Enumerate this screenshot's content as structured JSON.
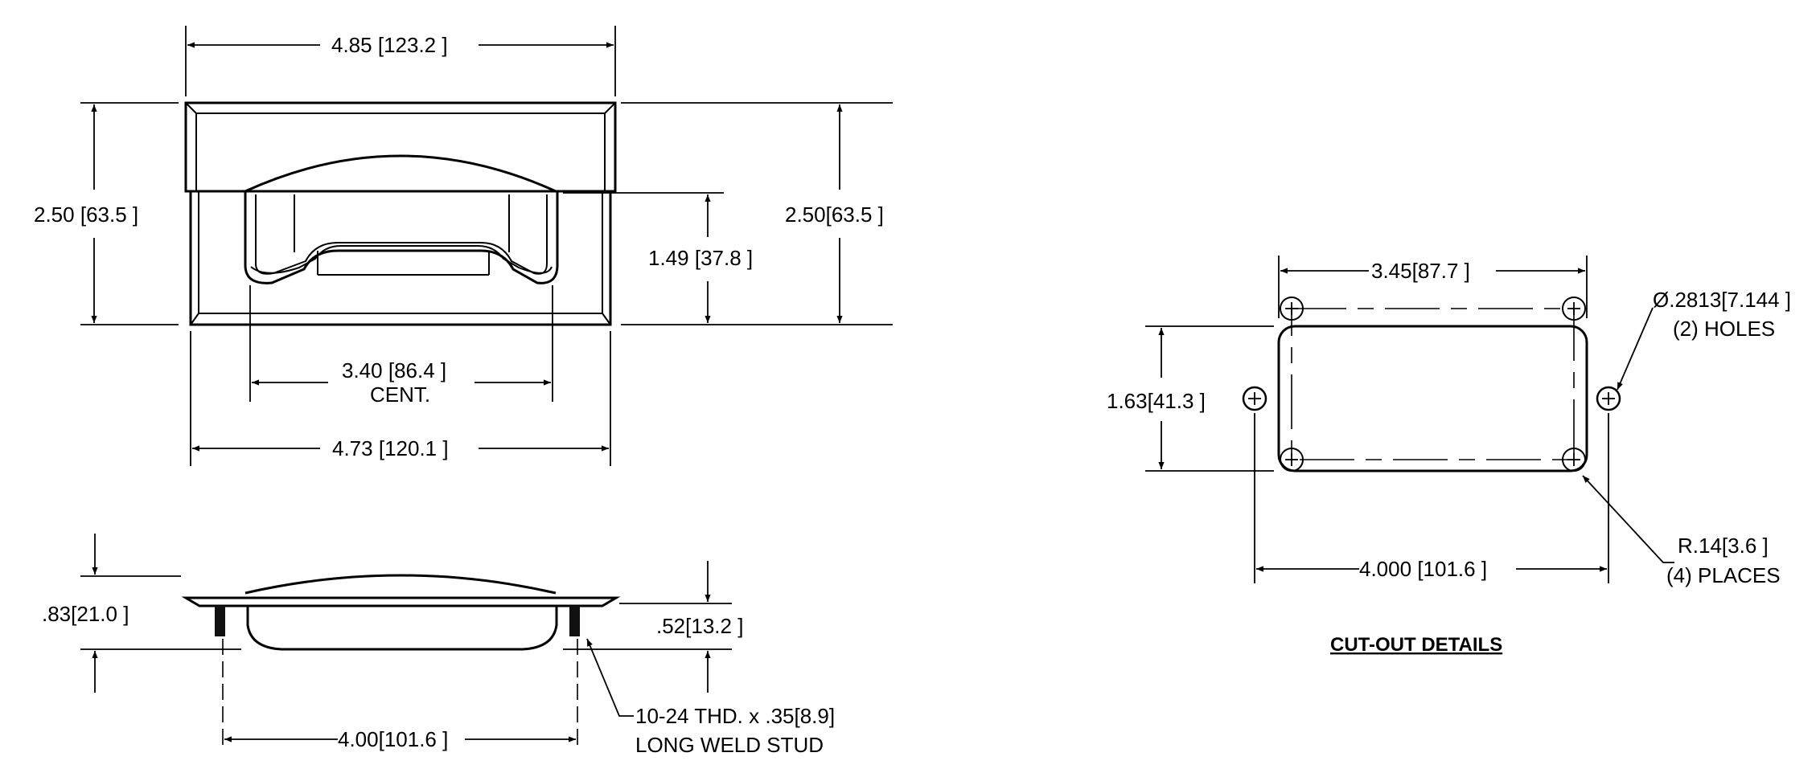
{
  "front_view": {
    "overall_width": "4.85",
    "overall_width_mm": "[123.2 ]",
    "height_left": "2.50",
    "height_left_mm": "[63.5 ]",
    "height_right": "2.50",
    "height_right_mm": "[63.5 ]",
    "recess_depth": "1.49",
    "recess_depth_mm": "[37.8 ]",
    "stud_centers": "3.40",
    "stud_centers_mm": "[86.4 ]",
    "stud_centers_note": "CENT.",
    "body_width": "4.73",
    "body_width_mm": "[120.1 ]"
  },
  "side_view": {
    "overall_depth": ".83",
    "overall_depth_mm": "[21.0 ]",
    "pan_depth": ".52",
    "pan_depth_mm": "[13.2 ]",
    "stud_spacing": "4.00",
    "stud_spacing_mm": "[101.6 ]",
    "stud_note_line1": "10-24 THD. x .35[8.9]",
    "stud_note_line2": "LONG WELD STUD"
  },
  "cutout": {
    "title": "CUT-OUT DETAILS",
    "width": "3.45",
    "width_mm": "[87.7 ]",
    "height": "1.63",
    "height_mm": "[41.3 ]",
    "hole_dia": "Ø.2813",
    "hole_dia_mm": "[7.144 ]",
    "hole_note": "(2) HOLES",
    "hole_spacing": "4.000",
    "hole_spacing_mm": "[101.6 ]",
    "corner_radius": "R.14",
    "corner_radius_mm": "[3.6 ]",
    "corner_note": "(4) PLACES"
  },
  "colors": {
    "line": "#000000",
    "background": "#ffffff"
  }
}
